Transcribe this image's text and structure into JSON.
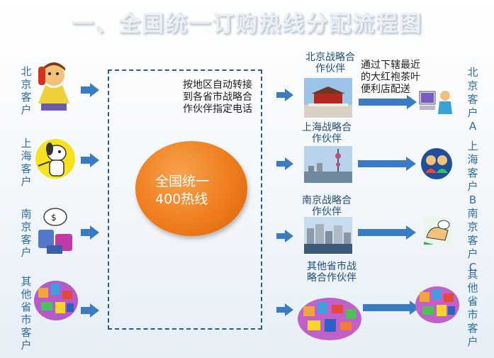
{
  "title": "一、全国统一订购热线分配流程图",
  "customers_left": [
    {
      "label": "北京客户",
      "icon": "phone-caller-icon"
    },
    {
      "label": "上海客户",
      "icon": "dog-phone-icon"
    },
    {
      "label": "南京客户",
      "icon": "shopping-icon"
    },
    {
      "label": "其他省市客户",
      "icon": "collage-icon"
    }
  ],
  "center_box": {
    "description": "按地区自动转接到各省市战略合作伙伴指定电话",
    "hotline": "全国统一400热线"
  },
  "partners": [
    {
      "label": "北京战略合作伙伴",
      "image": "forbidden-city-photo"
    },
    {
      "label": "上海战略合作伙伴",
      "image": "shanghai-tower-photo"
    },
    {
      "label": "南京战略合作伙伴",
      "image": "nanjing-city-photo"
    },
    {
      "label": "其他省市战略合作伙伴",
      "image": "collage-photo"
    }
  ],
  "delivery_note": "通过下辖最近的大红袍茶叶便利店配送",
  "customers_right": [
    {
      "label": "北京客户A",
      "icon": "computer-user-icon"
    },
    {
      "label": "上海客户B",
      "icon": "people-group-icon"
    },
    {
      "label": "南京客户C",
      "icon": "mouse-hand-icon"
    },
    {
      "label": "其他省市客户",
      "icon": "collage-icon"
    }
  ],
  "colors": {
    "arrow": "#3a7cc4",
    "text": "#2e6da6",
    "hotline": "#ef7d1d",
    "box_border": "#2c5a8a"
  }
}
